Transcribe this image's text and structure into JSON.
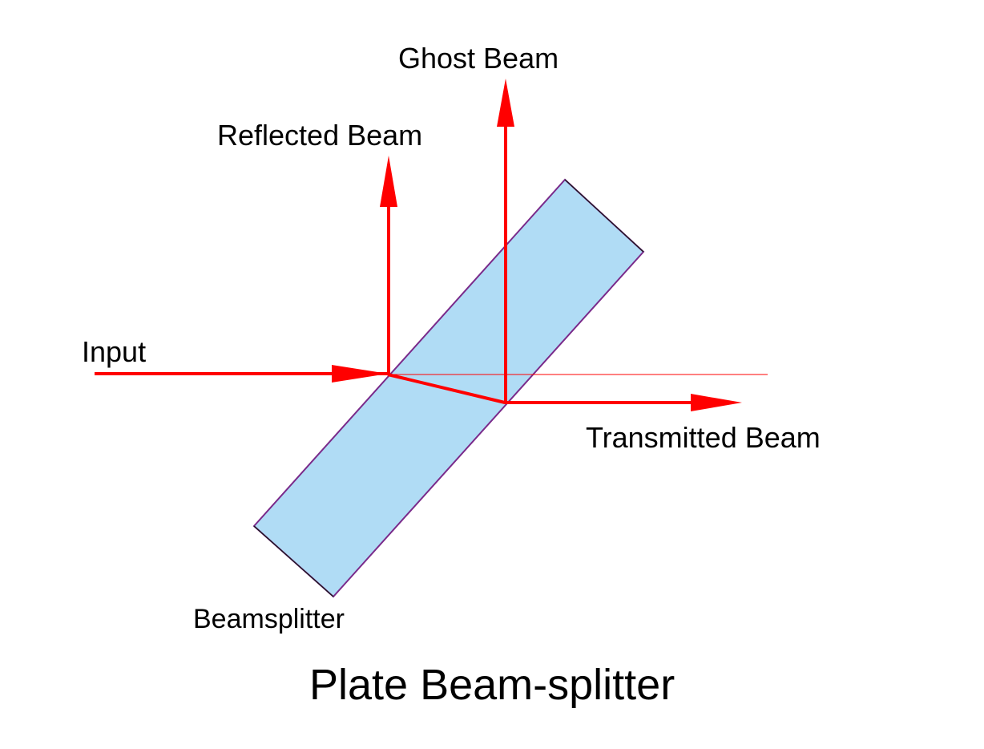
{
  "labels": {
    "ghost_beam": "Ghost Beam",
    "reflected_beam": "Reflected Beam",
    "input": "Input",
    "transmitted_beam": "Transmitted Beam",
    "beamsplitter": "Beamsplitter"
  },
  "title": "Plate Beam-splitter",
  "colors": {
    "beam": "#ff0000",
    "plate_fill": "#b0dcf5",
    "plate_edge": "#7a2a8a",
    "reference_line": "#ff0000",
    "text": "#000000"
  }
}
